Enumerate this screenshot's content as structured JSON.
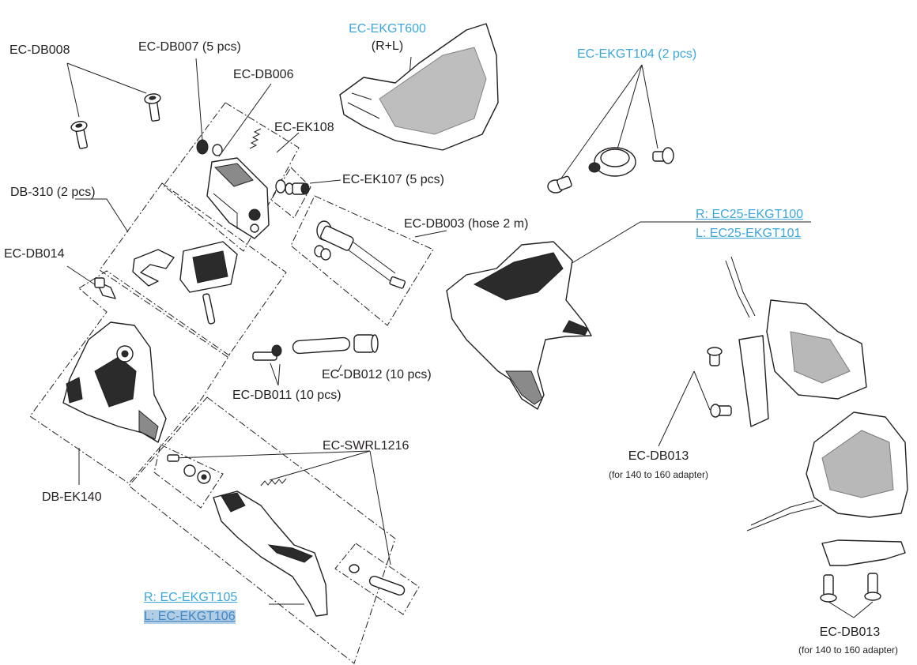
{
  "labels": {
    "ec_db008": "EC-DB008",
    "ec_db007": "EC-DB007 (5 pcs)",
    "ec_db006": "EC-DB006",
    "ec_ek108": "EC-EK108",
    "ec_ek107": "EC-EK107 (5 pcs)",
    "db_310": "DB-310 (2 pcs)",
    "ec_db014": "EC-DB014",
    "ec_db003": "EC-DB003 (hose 2 m)",
    "ec_db012": "EC-DB012 (10 pcs)",
    "ec_db011": "EC-DB011 (10 pcs)",
    "db_ek140": "DB-EK140",
    "ec_swrl1216": "EC-SWRL1216",
    "ec_ekgt600": "EC-EKGT600",
    "ec_ekgt600_sub": "(R+L)",
    "ec_ekgt104": "EC-EKGT104 (2 pcs)",
    "ec25_right": "R: EC25-EKGT100",
    "ec25_left": "L: EC25-EKGT101",
    "ec_ekgt105": "R: EC-EKGT105",
    "ec_ekgt106": "L: EC-EKGT106",
    "ec_db013_a": "EC-DB013",
    "ec_db013_a_sub": "(for 140 to 160 adapter)",
    "ec_db013_b": "EC-DB013",
    "ec_db013_b_sub": "(for 140 to 160 adapter)"
  },
  "colors": {
    "text": "#231f20",
    "link_blue": "#3ba7db",
    "selection": "#b3cde4"
  }
}
